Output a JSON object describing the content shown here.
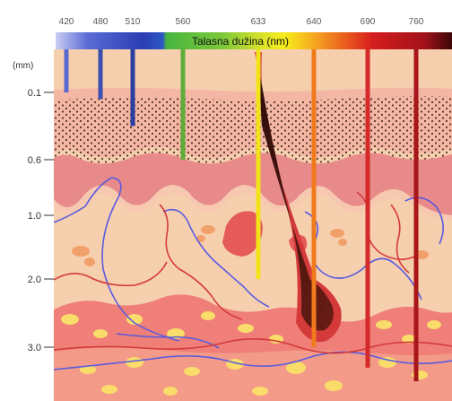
{
  "title": "Talasna dužina (nm)",
  "depth_unit": "(mm)",
  "depth_ticks": [
    {
      "label": "0.1"
    },
    {
      "label": "0.6"
    },
    {
      "label": "1.0"
    },
    {
      "label": "2.0"
    },
    {
      "label": "3.0"
    }
  ],
  "wavelengths": [
    {
      "label": "420",
      "color": "#5a6bd0",
      "depth_mm": 0.1
    },
    {
      "label": "480",
      "color": "#3a4fb0",
      "depth_mm": 0.15
    },
    {
      "label": "510",
      "color": "#2c3fa0",
      "depth_mm": 0.35
    },
    {
      "label": "560",
      "color": "#5fae3a",
      "depth_mm": 0.6
    },
    {
      "label": "633",
      "color": "#f2e21b",
      "depth_mm": 2.0
    },
    {
      "label": "640",
      "color": "#f07a1c",
      "depth_mm": 3.0
    },
    {
      "label": "690",
      "color": "#d42a2a",
      "depth_mm": 3.3
    },
    {
      "label": "760",
      "color": "#a8161a",
      "depth_mm": 3.5
    }
  ],
  "colors": {
    "epidermis": "#f7d4c4",
    "dermis": "#f6cfae",
    "basal_layer": "#e88a8a",
    "subcutis": "#ef8080",
    "fat": "#f9dc6a",
    "vessel_blue": "#5a5be0",
    "vessel_red": "#d43a3a"
  }
}
